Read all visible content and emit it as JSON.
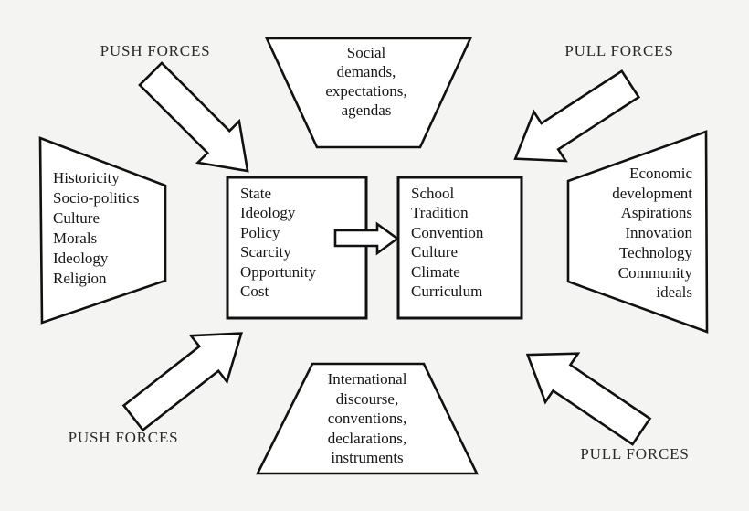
{
  "colors": {
    "background": "#f4f4f2",
    "shape_fill": "#ffffff",
    "shape_stroke": "#111111",
    "text": "#161616"
  },
  "labels": {
    "push_top": "PUSH FORCES",
    "pull_top": "PULL  FORCES",
    "push_bottom": "PUSH FORCES",
    "pull_bottom": "PULL  FORCES"
  },
  "shapes": {
    "top_trapezoid": {
      "text": "Social\ndemands,\nexpectations,\nagendas"
    },
    "left_trapezoid": {
      "text": "Historicity\nSocio-politics\nCulture\nMorals\nIdeology\nReligion"
    },
    "left_box": {
      "text": "State\nIdeology\nPolicy\nScarcity\nOpportunity\nCost"
    },
    "right_box": {
      "text": "School\nTradition\nConvention\nCulture\nClimate\nCurriculum"
    },
    "right_trapezoid": {
      "text": "Economic\ndevelopment\nAspirations\nInnovation\nTechnology\nCommunity\nideals"
    },
    "bottom_trapezoid": {
      "text": "International\ndiscourse,\nconventions,\ndeclarations,\ninstruments"
    }
  }
}
